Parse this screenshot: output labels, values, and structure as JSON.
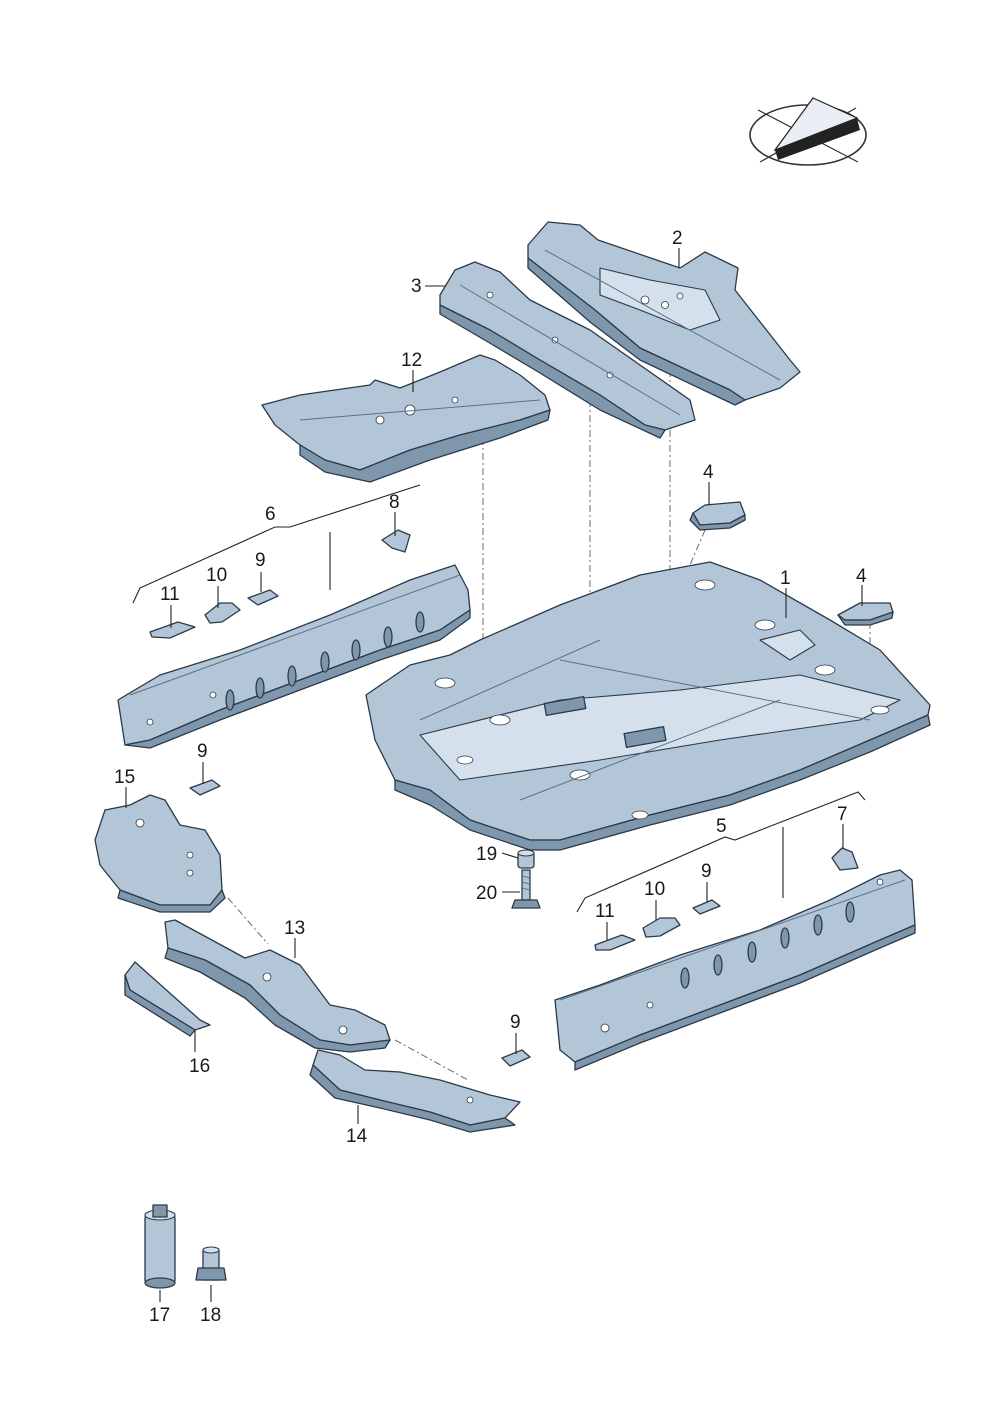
{
  "callouts": {
    "c1": "1",
    "c2": "2",
    "c3": "3",
    "c4a": "4",
    "c4b": "4",
    "c5": "5",
    "c6": "6",
    "c7": "7",
    "c8": "8",
    "c9a": "9",
    "c9b": "9",
    "c9c": "9",
    "c9d": "9",
    "c10a": "10",
    "c10b": "10",
    "c11a": "11",
    "c11b": "11",
    "c12": "12",
    "c13": "13",
    "c14": "14",
    "c15": "15",
    "c16": "16",
    "c17": "17",
    "c18": "18",
    "c19": "19",
    "c20": "20"
  },
  "icon": "orientation-compass-icon",
  "colors": {
    "part_fill": "#b3c6d8",
    "part_shade": "#7f97ad",
    "outline": "#2b3a48"
  }
}
